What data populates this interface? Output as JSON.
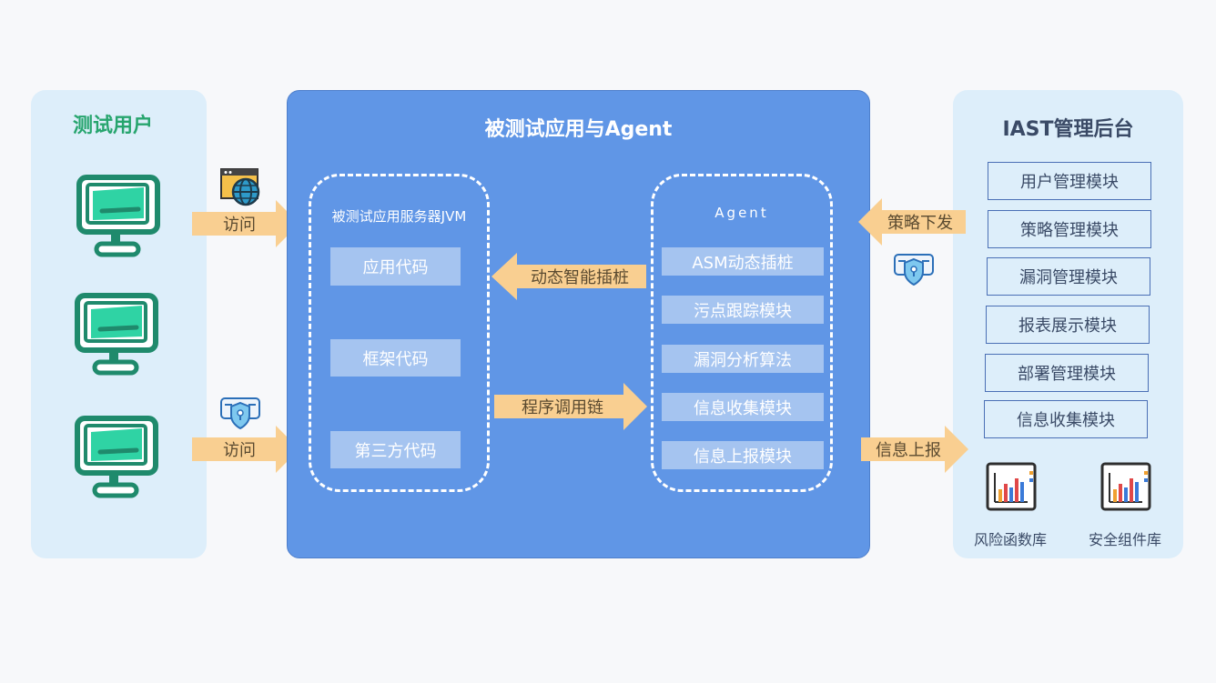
{
  "left_panel": {
    "title": "测试用户",
    "arrow_top_label": "访问",
    "arrow_bottom_label": "访问"
  },
  "center_panel": {
    "title": "被测试应用与Agent",
    "jvm_box": {
      "title": "被测试应用服务器JVM",
      "items": [
        "应用代码",
        "框架代码",
        "第三方代码"
      ]
    },
    "agent_box": {
      "title": "Agent",
      "items": [
        "ASM动态插桩",
        "污点跟踪模块",
        "漏洞分析算法",
        "信息收集模块",
        "信息上报模块"
      ]
    },
    "arrow_left_label": "动态智能插桩",
    "arrow_right_label": "程序调用链"
  },
  "right_panel": {
    "title": "IAST管理后台",
    "modules": [
      "用户管理模块",
      "策略管理模块",
      "漏洞管理模块",
      "报表展示模块",
      "部署管理模块",
      "信息收集模块"
    ],
    "libraries": [
      "风险函数库",
      "安全组件库"
    ],
    "arrow_in_label": "策略下发",
    "arrow_out_label": "信息上报"
  },
  "colors": {
    "center_blue": "#6096e6",
    "light_panel": "#ddeefa",
    "arrow_orange": "#f9cf91",
    "monitor_teal": "#1f8a6c",
    "green_title": "#27a56e"
  },
  "icons": [
    "monitor-icon",
    "browser-globe-icon",
    "shield-lock-icon",
    "bar-chart-icon"
  ]
}
